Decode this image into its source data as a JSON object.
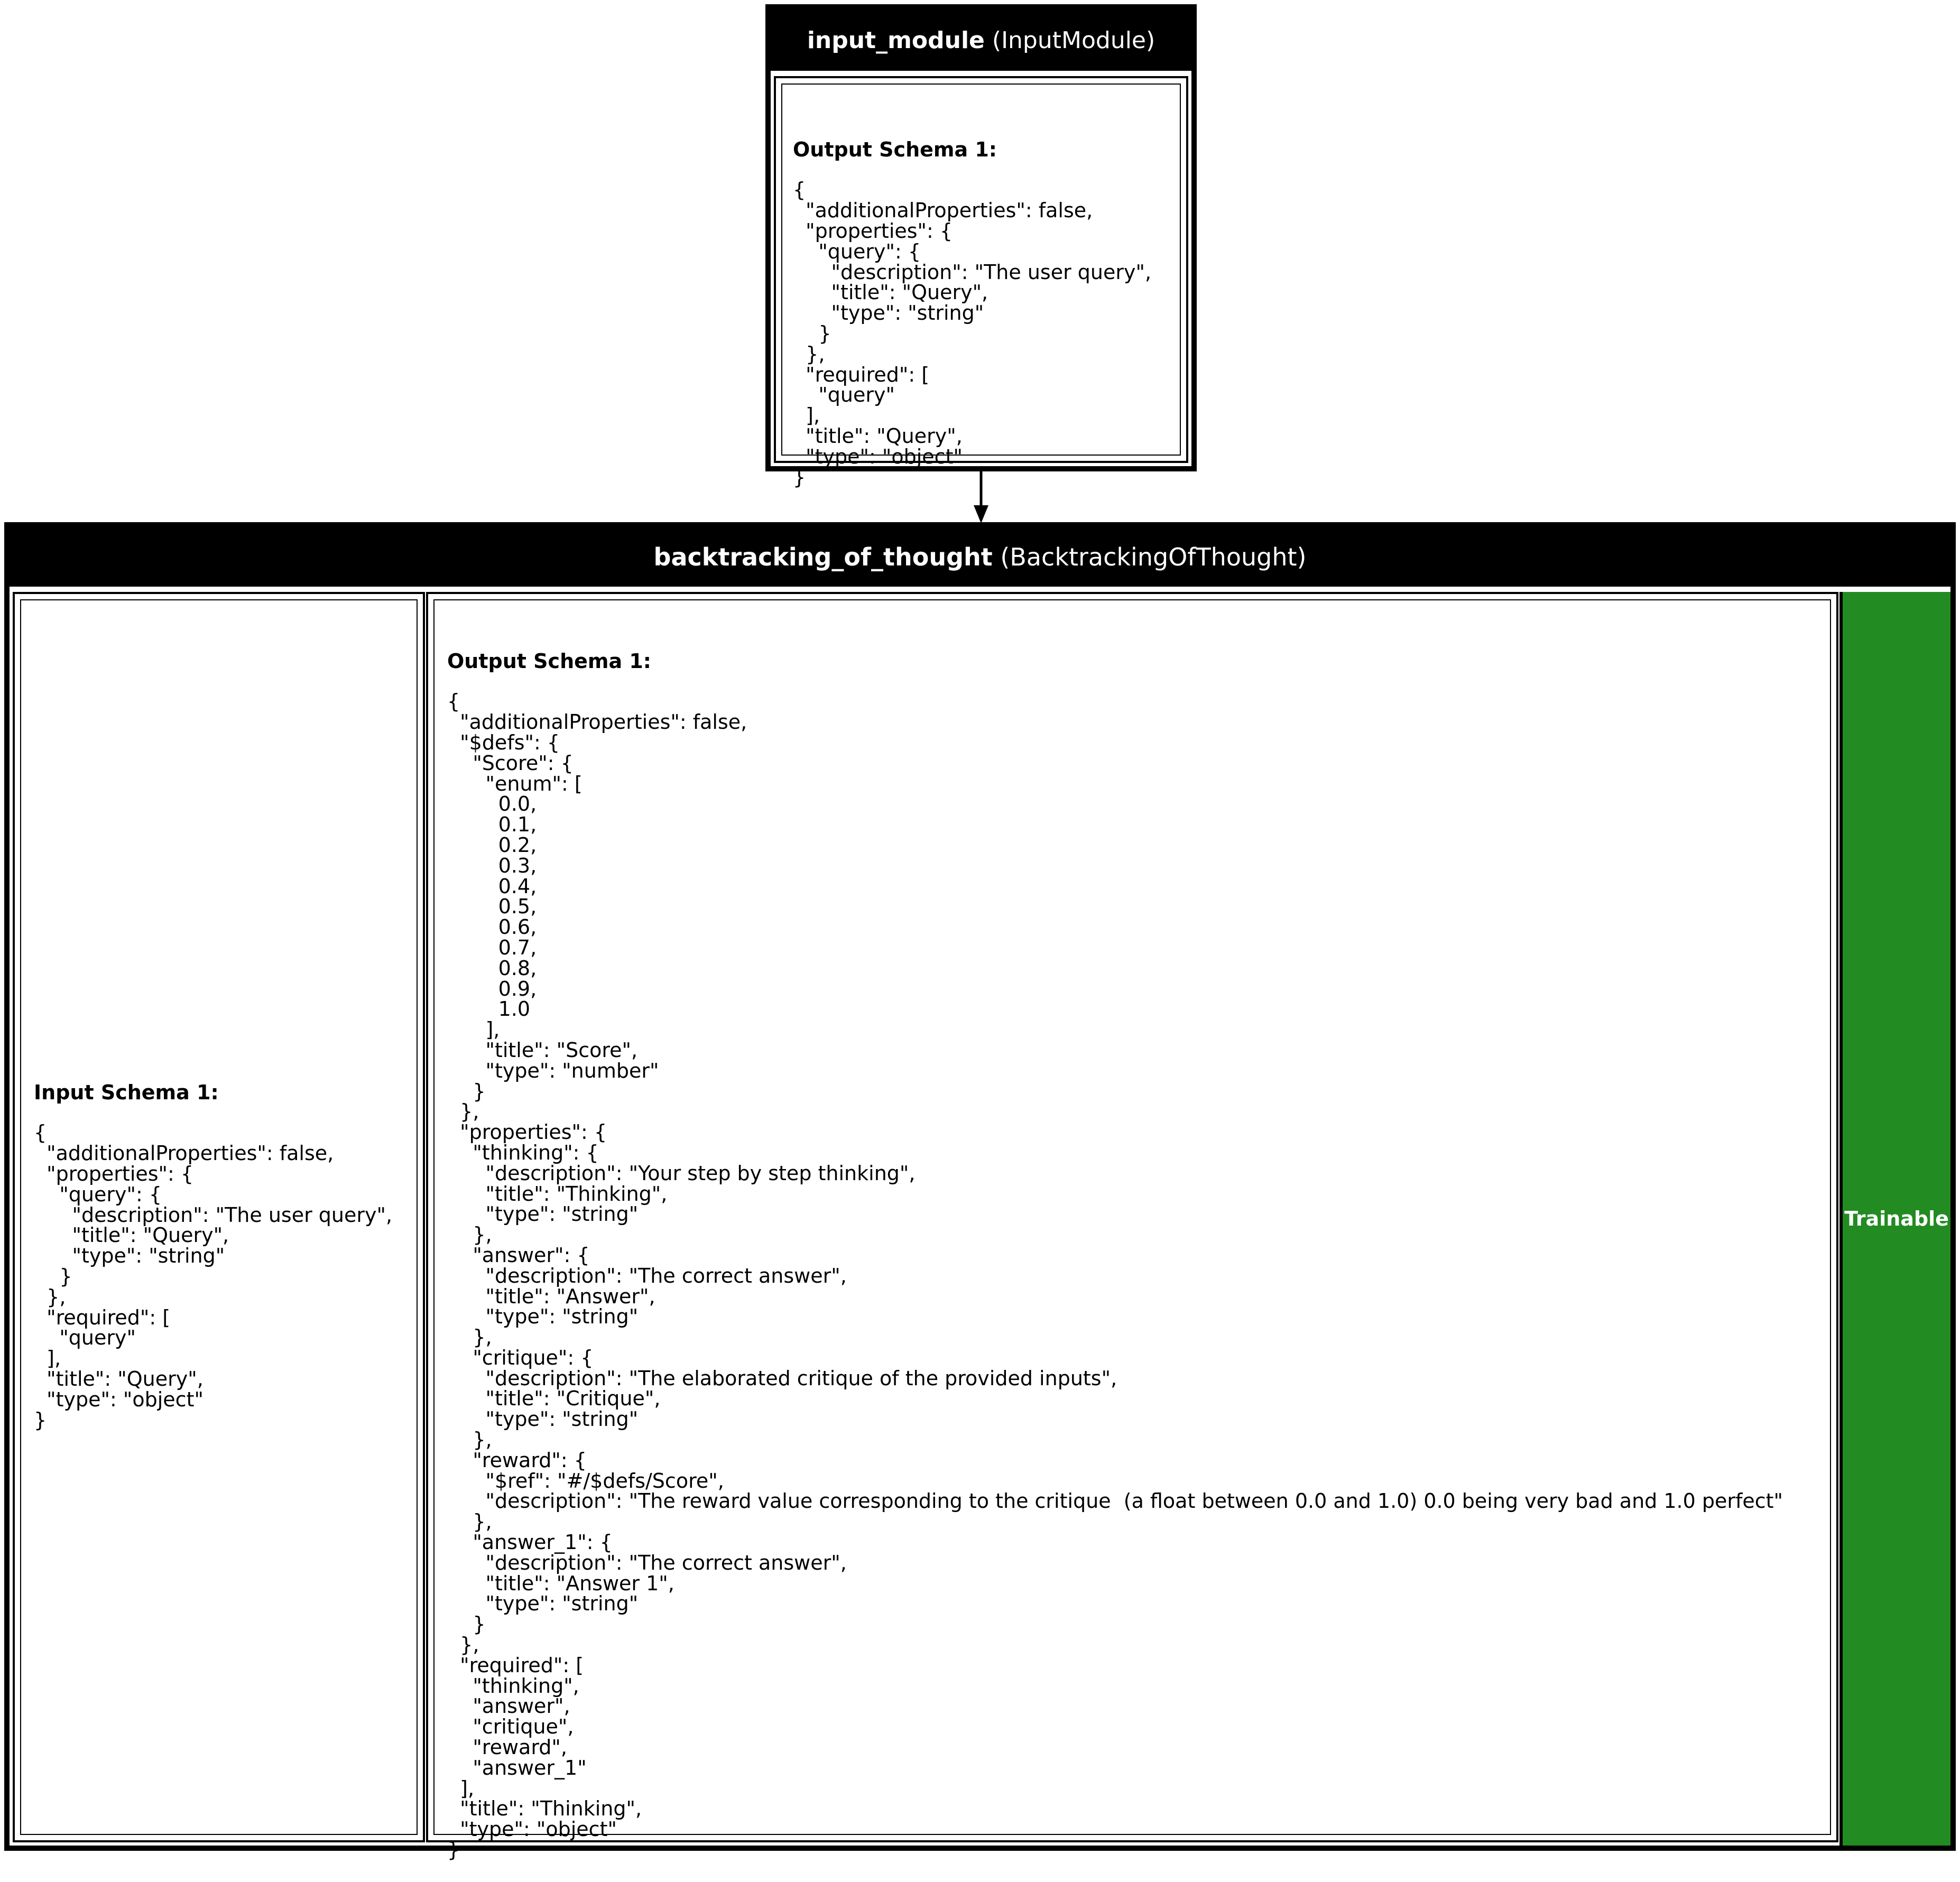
{
  "nodes": {
    "input_module": {
      "name": "input_module",
      "class_label": "(InputModule)",
      "output_schema_title": "Output Schema 1:",
      "output_schema": "{\n  \"additionalProperties\": false,\n  \"properties\": {\n    \"query\": {\n      \"description\": \"The user query\",\n      \"title\": \"Query\",\n      \"type\": \"string\"\n    }\n  },\n  \"required\": [\n    \"query\"\n  ],\n  \"title\": \"Query\",\n  \"type\": \"object\"\n}"
    },
    "backtracking_of_thought": {
      "name": "backtracking_of_thought",
      "class_label": "(BacktrackingOfThought)",
      "input_schema_title": "Input Schema 1:",
      "input_schema": "{\n  \"additionalProperties\": false,\n  \"properties\": {\n    \"query\": {\n      \"description\": \"The user query\",\n      \"title\": \"Query\",\n      \"type\": \"string\"\n    }\n  },\n  \"required\": [\n    \"query\"\n  ],\n  \"title\": \"Query\",\n  \"type\": \"object\"\n}",
      "output_schema_title": "Output Schema 1:",
      "output_schema": "{\n  \"additionalProperties\": false,\n  \"$defs\": {\n    \"Score\": {\n      \"enum\": [\n        0.0,\n        0.1,\n        0.2,\n        0.3,\n        0.4,\n        0.5,\n        0.6,\n        0.7,\n        0.8,\n        0.9,\n        1.0\n      ],\n      \"title\": \"Score\",\n      \"type\": \"number\"\n    }\n  },\n  \"properties\": {\n    \"thinking\": {\n      \"description\": \"Your step by step thinking\",\n      \"title\": \"Thinking\",\n      \"type\": \"string\"\n    },\n    \"answer\": {\n      \"description\": \"The correct answer\",\n      \"title\": \"Answer\",\n      \"type\": \"string\"\n    },\n    \"critique\": {\n      \"description\": \"The elaborated critique of the provided inputs\",\n      \"title\": \"Critique\",\n      \"type\": \"string\"\n    },\n    \"reward\": {\n      \"$ref\": \"#/$defs/Score\",\n      \"description\": \"The reward value corresponding to the critique  (a float between 0.0 and 1.0) 0.0 being very bad and 1.0 perfect\"\n    },\n    \"answer_1\": {\n      \"description\": \"The correct answer\",\n      \"title\": \"Answer 1\",\n      \"type\": \"string\"\n    }\n  },\n  \"required\": [\n    \"thinking\",\n    \"answer\",\n    \"critique\",\n    \"reward\",\n    \"answer_1\"\n  ],\n  \"title\": \"Thinking\",\n  \"type\": \"object\"\n}",
      "badge": "Trainable",
      "badge_color": "#228b22"
    }
  },
  "colors": {
    "header_bg": "#000000",
    "header_text": "#ffffff"
  }
}
